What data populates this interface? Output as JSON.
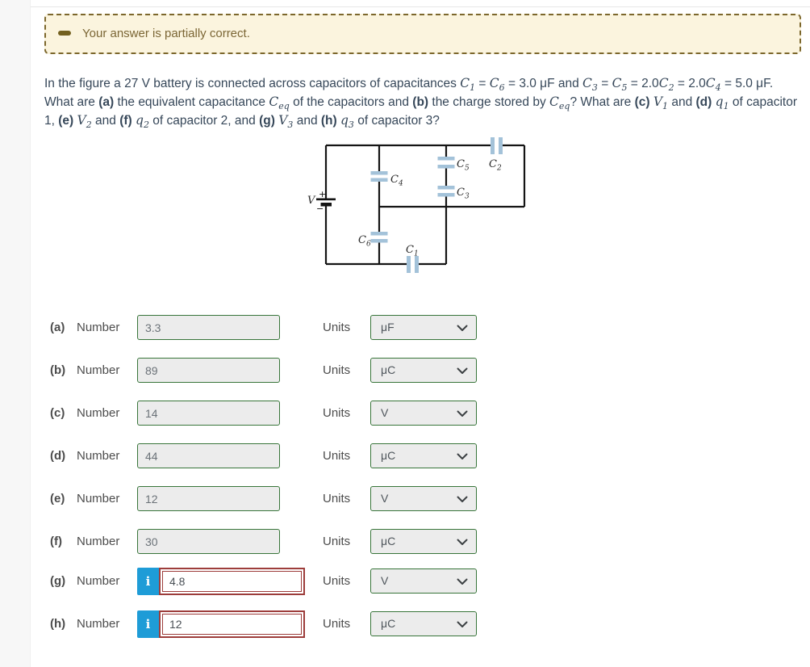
{
  "banner": {
    "text": "Your answer is partially correct.",
    "icon": "partial-credit-dash-icon"
  },
  "problem": {
    "segments": [
      {
        "t": "In the figure a 27 V battery is connected across capacitors of capacitances "
      },
      {
        "t": "C",
        "i": 1,
        "sub": "1"
      },
      {
        "t": " = "
      },
      {
        "t": "C",
        "i": 1,
        "sub": "6"
      },
      {
        "t": " = 3.0 μF and "
      },
      {
        "t": "C",
        "i": 1,
        "sub": "3"
      },
      {
        "t": " = "
      },
      {
        "t": "C",
        "i": 1,
        "sub": "5"
      },
      {
        "t": " = 2.0"
      },
      {
        "t": "C",
        "i": 1,
        "sub": "2"
      },
      {
        "t": " = 2.0"
      },
      {
        "t": "C",
        "i": 1,
        "sub": "4"
      },
      {
        "t": " = 5.0 μF. What are "
      },
      {
        "t": "(a)",
        "b": 1
      },
      {
        "t": " the equivalent capacitance "
      },
      {
        "t": "C",
        "i": 1,
        "sub": "eq"
      },
      {
        "t": " of the capacitors and "
      },
      {
        "t": "(b)",
        "b": 1
      },
      {
        "t": " the charge stored by "
      },
      {
        "t": "C",
        "i": 1,
        "sub": "eq"
      },
      {
        "t": "? What are "
      },
      {
        "t": "(c)",
        "b": 1
      },
      {
        "t": " "
      },
      {
        "t": "V",
        "i": 1,
        "sub": "1"
      },
      {
        "t": " and "
      },
      {
        "t": "(d)",
        "b": 1
      },
      {
        "t": " "
      },
      {
        "t": "q",
        "i": 1,
        "sub": "1"
      },
      {
        "t": " of capacitor 1, "
      },
      {
        "t": "(e)",
        "b": 1
      },
      {
        "t": " "
      },
      {
        "t": "V",
        "i": 1,
        "sub": "2"
      },
      {
        "t": " and "
      },
      {
        "t": "(f)",
        "b": 1
      },
      {
        "t": " "
      },
      {
        "t": "q",
        "i": 1,
        "sub": "2"
      },
      {
        "t": " of capacitor 2, and "
      },
      {
        "t": "(g)",
        "b": 1
      },
      {
        "t": " "
      },
      {
        "t": "V",
        "i": 1,
        "sub": "3"
      },
      {
        "t": " and "
      },
      {
        "t": "(h)",
        "b": 1
      },
      {
        "t": " "
      },
      {
        "t": "q",
        "i": 1,
        "sub": "3"
      },
      {
        "t": " of capacitor 3?"
      }
    ]
  },
  "figure": {
    "plus": "+",
    "minus": "−",
    "labels": {
      "v": {
        "base": "V",
        "sub": ""
      },
      "c1": {
        "base": "C",
        "sub": "1"
      },
      "c2": {
        "base": "C",
        "sub": "2"
      },
      "c3": {
        "base": "C",
        "sub": "3"
      },
      "c4": {
        "base": "C",
        "sub": "4"
      },
      "c5": {
        "base": "C",
        "sub": "5"
      },
      "c6": {
        "base": "C",
        "sub": "6"
      }
    },
    "colors": {
      "wire": "#141414",
      "plate": "#a3c2d9"
    }
  },
  "answers": {
    "number_label": "Number",
    "units_label": "Units",
    "info_icon": "i",
    "rows": [
      {
        "key": "(a)",
        "value": "3.3",
        "unit": "μF",
        "flagged": false
      },
      {
        "key": "(b)",
        "value": "89",
        "unit": "μC",
        "flagged": false
      },
      {
        "key": "(c)",
        "value": "14",
        "unit": "V",
        "flagged": false
      },
      {
        "key": "(d)",
        "value": "44",
        "unit": "μC",
        "flagged": false
      },
      {
        "key": "(e)",
        "value": "12",
        "unit": "V",
        "flagged": false
      },
      {
        "key": "(f)",
        "value": "30",
        "unit": "μC",
        "flagged": false
      },
      {
        "key": "(g)",
        "value": "4.8",
        "unit": "V",
        "flagged": true
      },
      {
        "key": "(h)",
        "value": "12",
        "unit": "μC",
        "flagged": true
      }
    ]
  },
  "colors": {
    "banner_bg": "#fbf4de",
    "banner_border": "#7c672c",
    "banner_text": "#7b6635",
    "input_border_correct": "#38753a",
    "input_bg": "#ececec",
    "input_border_incorrect": "#9d3d3b",
    "info_badge": "#1e9cd7",
    "body_text": "#364759"
  }
}
